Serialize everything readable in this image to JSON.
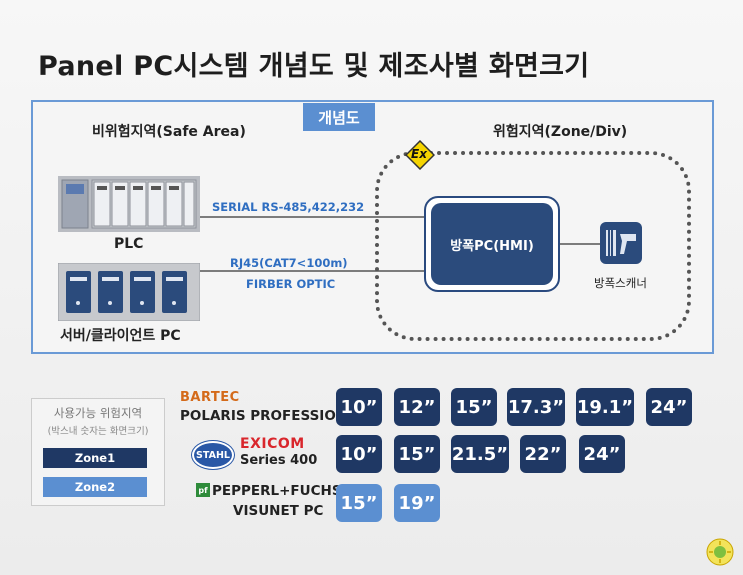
{
  "title": "Panel PC시스템 개념도 및 제조사별 화면크기",
  "concept_tag": "개념도",
  "safe_area_label": "비위험지역(Safe Area)",
  "hazard_area_label": "위험지역(Zone/Div)",
  "ex_mark": "Ex",
  "plc_label": "PLC",
  "server_label": "서버/클라이언트 PC",
  "serial_label": "SERIAL RS-485,422,232",
  "rj45_label": "RJ45(CAT7<100m)",
  "fiber_label": "FIRBER OPTIC",
  "hmi_label": "방폭PC(HMI)",
  "scanner_label": "방폭스캐너",
  "legend": {
    "title": "사용가능 위험지역",
    "subtitle": "(박스내 숫자는 화면크기)",
    "zone1": "Zone1",
    "zone2": "Zone2"
  },
  "brands": {
    "bartec_line1": "BARTEC",
    "bartec_line2": "POLARIS PROFESSIONAL",
    "stahl_logo": "STAHL",
    "excom_line1": "EXICOM",
    "excom_line2": "Series 400",
    "pf_logo": "pf",
    "pf_line1": "PEPPERL+FUCHS",
    "pf_line2": "VISUNET PC"
  },
  "sizes": {
    "bartec": [
      "10”",
      "12”",
      "15”",
      "17.3”",
      "19.1”",
      "24”"
    ],
    "stahl": [
      "10”",
      "15”",
      "21.5”",
      "22”",
      "24”"
    ],
    "pf": [
      "15”",
      "19”"
    ]
  },
  "colors": {
    "zone1": "#1f3864",
    "zone2": "#5b8fd1",
    "frame": "#6a9ad6",
    "label_blue": "#2f6ec1"
  }
}
